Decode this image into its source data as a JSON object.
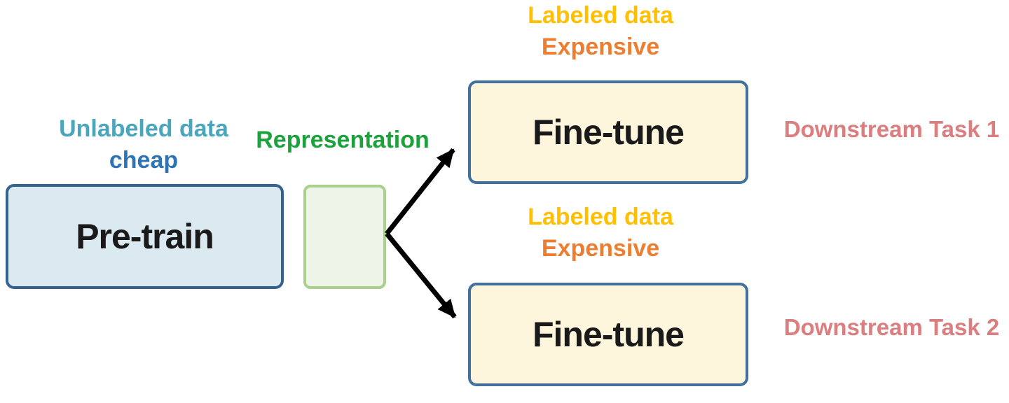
{
  "diagram": {
    "pretrain_note": {
      "line1": "Unlabeled data",
      "line2": "cheap"
    },
    "pretrain_box": {
      "label": "Pre-train"
    },
    "representation_note": {
      "label": "Representation"
    },
    "finetune_top": {
      "note_line1": "Labeled data",
      "note_line2": "Expensive",
      "box_label": "Fine-tune",
      "task_label": "Downstream Task 1"
    },
    "finetune_bottom": {
      "note_line1": "Labeled data",
      "note_line2": "Expensive",
      "box_label": "Fine-tune",
      "task_label": "Downstream Task 2"
    },
    "colors": {
      "unlabeled_teal": "#4BA5BB",
      "cheap_blue": "#2E74B5",
      "representation_green": "#1CA23C",
      "labeled_gold": "#FFC000",
      "expensive_orange": "#ED7D31",
      "task_salmon": "#DB7E7F",
      "pretrain_fill": "#DBE9F1",
      "pretrain_border": "#35638F",
      "representation_fill": "#EDF4E8",
      "representation_border": "#A9D18E",
      "finetune_fill": "#FDF5DC",
      "finetune_border": "#41719C",
      "arrow_black": "#000000"
    }
  }
}
